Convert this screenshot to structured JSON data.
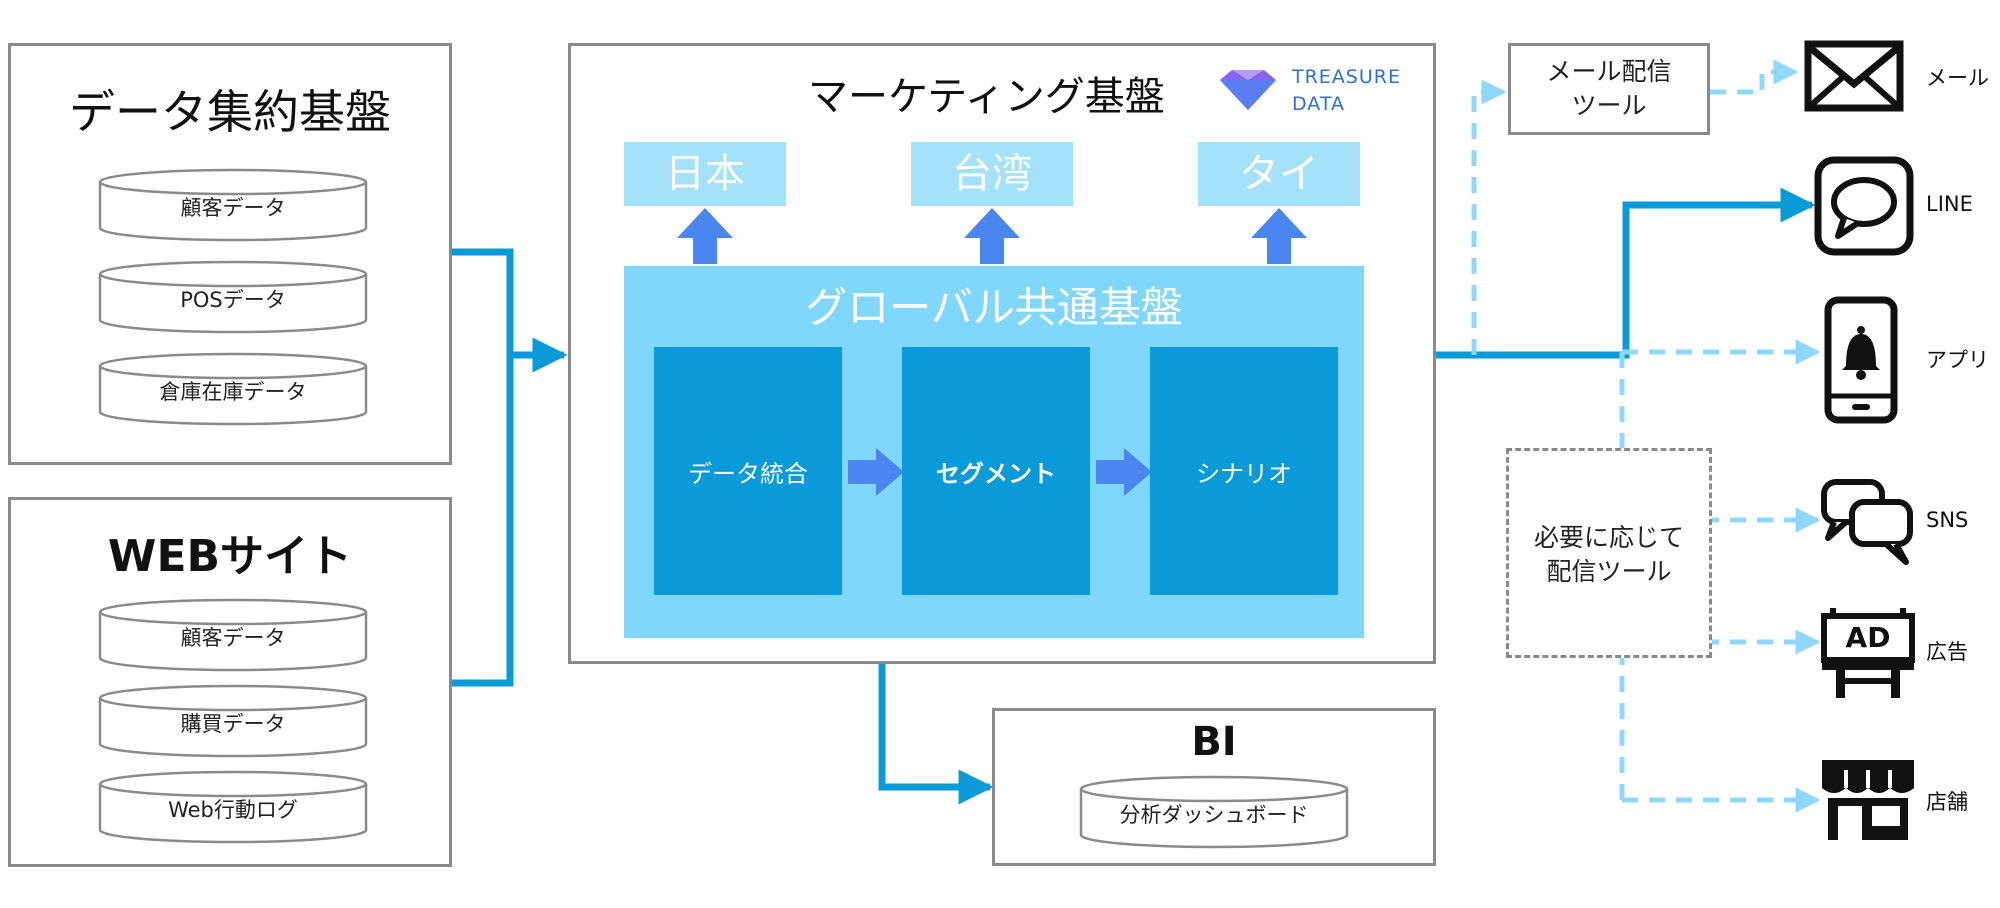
{
  "sources": {
    "aggregation": {
      "title": "データ集約基盤",
      "items": [
        "顧客データ",
        "POSデータ",
        "倉庫在庫データ"
      ]
    },
    "web": {
      "title": "WEBサイト",
      "items": [
        "顧客データ",
        "購買データ",
        "Web行動ログ"
      ]
    }
  },
  "marketing": {
    "title": "マーケティング基盤",
    "logo": {
      "line1": "TREASURE",
      "line2": "DATA"
    },
    "regions": [
      "日本",
      "台湾",
      "タイ"
    ],
    "global": {
      "title": "グローバル共通基盤",
      "steps": [
        "データ統合",
        "セグメント",
        "シナリオ"
      ]
    }
  },
  "bi": {
    "title": "BI",
    "item": "分析ダッシュボード"
  },
  "tools": {
    "mail_tool": [
      "メール配信",
      "ツール"
    ],
    "optional_tool": [
      "必要に応じて",
      "配信ツール"
    ]
  },
  "destinations": [
    {
      "label": "メール",
      "icon": "envelope-icon"
    },
    {
      "label": "LINE",
      "icon": "speech-bubble-icon"
    },
    {
      "label": "アプリ",
      "icon": "smartphone-bell-icon"
    },
    {
      "label": "SNS",
      "icon": "chat-bubbles-icon"
    },
    {
      "label": "広告",
      "icon": "billboard-icon",
      "sign_text": "AD"
    },
    {
      "label": "店舗",
      "icon": "storefront-icon"
    }
  ],
  "colors": {
    "solid_flow": "#0a9ad8",
    "dashed_flow": "#8fd8fb",
    "up_arrow": "#4a86f0",
    "region_bg": "#a4e2fa",
    "global_bg": "#7fd8fb",
    "step_bg": "#0a9ad8"
  }
}
